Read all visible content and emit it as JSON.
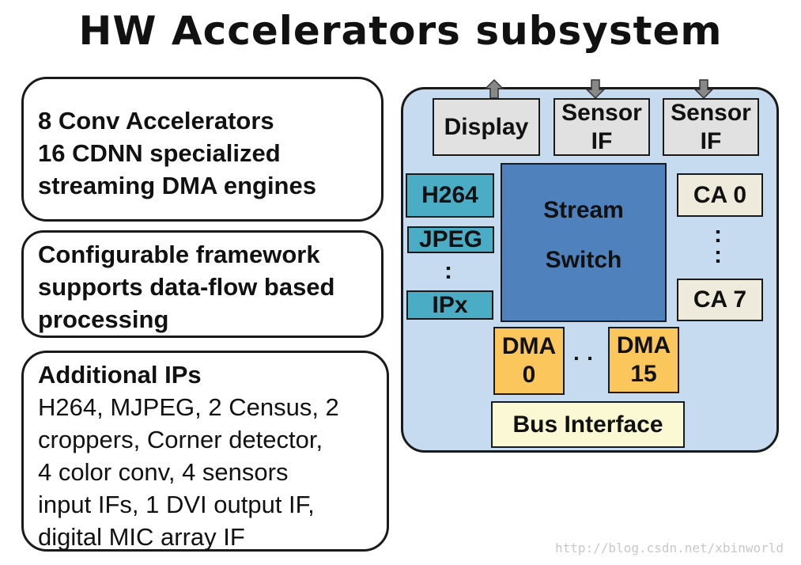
{
  "title": "HW Accelerators subsystem",
  "left_boxes": {
    "box1": [
      "8 Conv Accelerators",
      "16 CDNN specialized",
      "streaming DMA engines"
    ],
    "box2": [
      "Configurable framework",
      "supports data-flow based",
      "processing"
    ],
    "box3": {
      "heading": "Additional IPs",
      "lines": [
        "H264, MJPEG, 2 Census, 2",
        "croppers, Corner detector,",
        "4 color conv, 4 sensors",
        "input IFs, 1 DVI output IF,",
        "digital MIC array IF"
      ]
    }
  },
  "diagram": {
    "display": "Display",
    "sensor_if_1": {
      "line1": "Sensor",
      "line2": "IF"
    },
    "sensor_if_2": {
      "line1": "Sensor",
      "line2": "IF"
    },
    "h264": "H264",
    "jpeg": "JPEG",
    "ip_dots": ":",
    "ipx": "IPx",
    "stream_switch": {
      "line1": "Stream",
      "line2": "Switch"
    },
    "ca0": "CA 0",
    "ca_dots": ":",
    "ca7": "CA 7",
    "dma0": {
      "line1": "DMA",
      "line2": "0"
    },
    "dma_dots": "· ·",
    "dma15": {
      "line1": "DMA",
      "line2": "15"
    },
    "bus_interface": "Bus Interface"
  },
  "colors": {
    "panel": "#c6daf0",
    "stream_switch": "#4f81bd",
    "ip_blocks": "#4bacc6",
    "ca_blocks": "#eeeadc",
    "dma_blocks": "#fbc65c",
    "bus_interface": "#fbf8d4",
    "io_blocks": "#e1e1e1"
  },
  "watermark": "http://blog.csdn.net/xbinworld"
}
